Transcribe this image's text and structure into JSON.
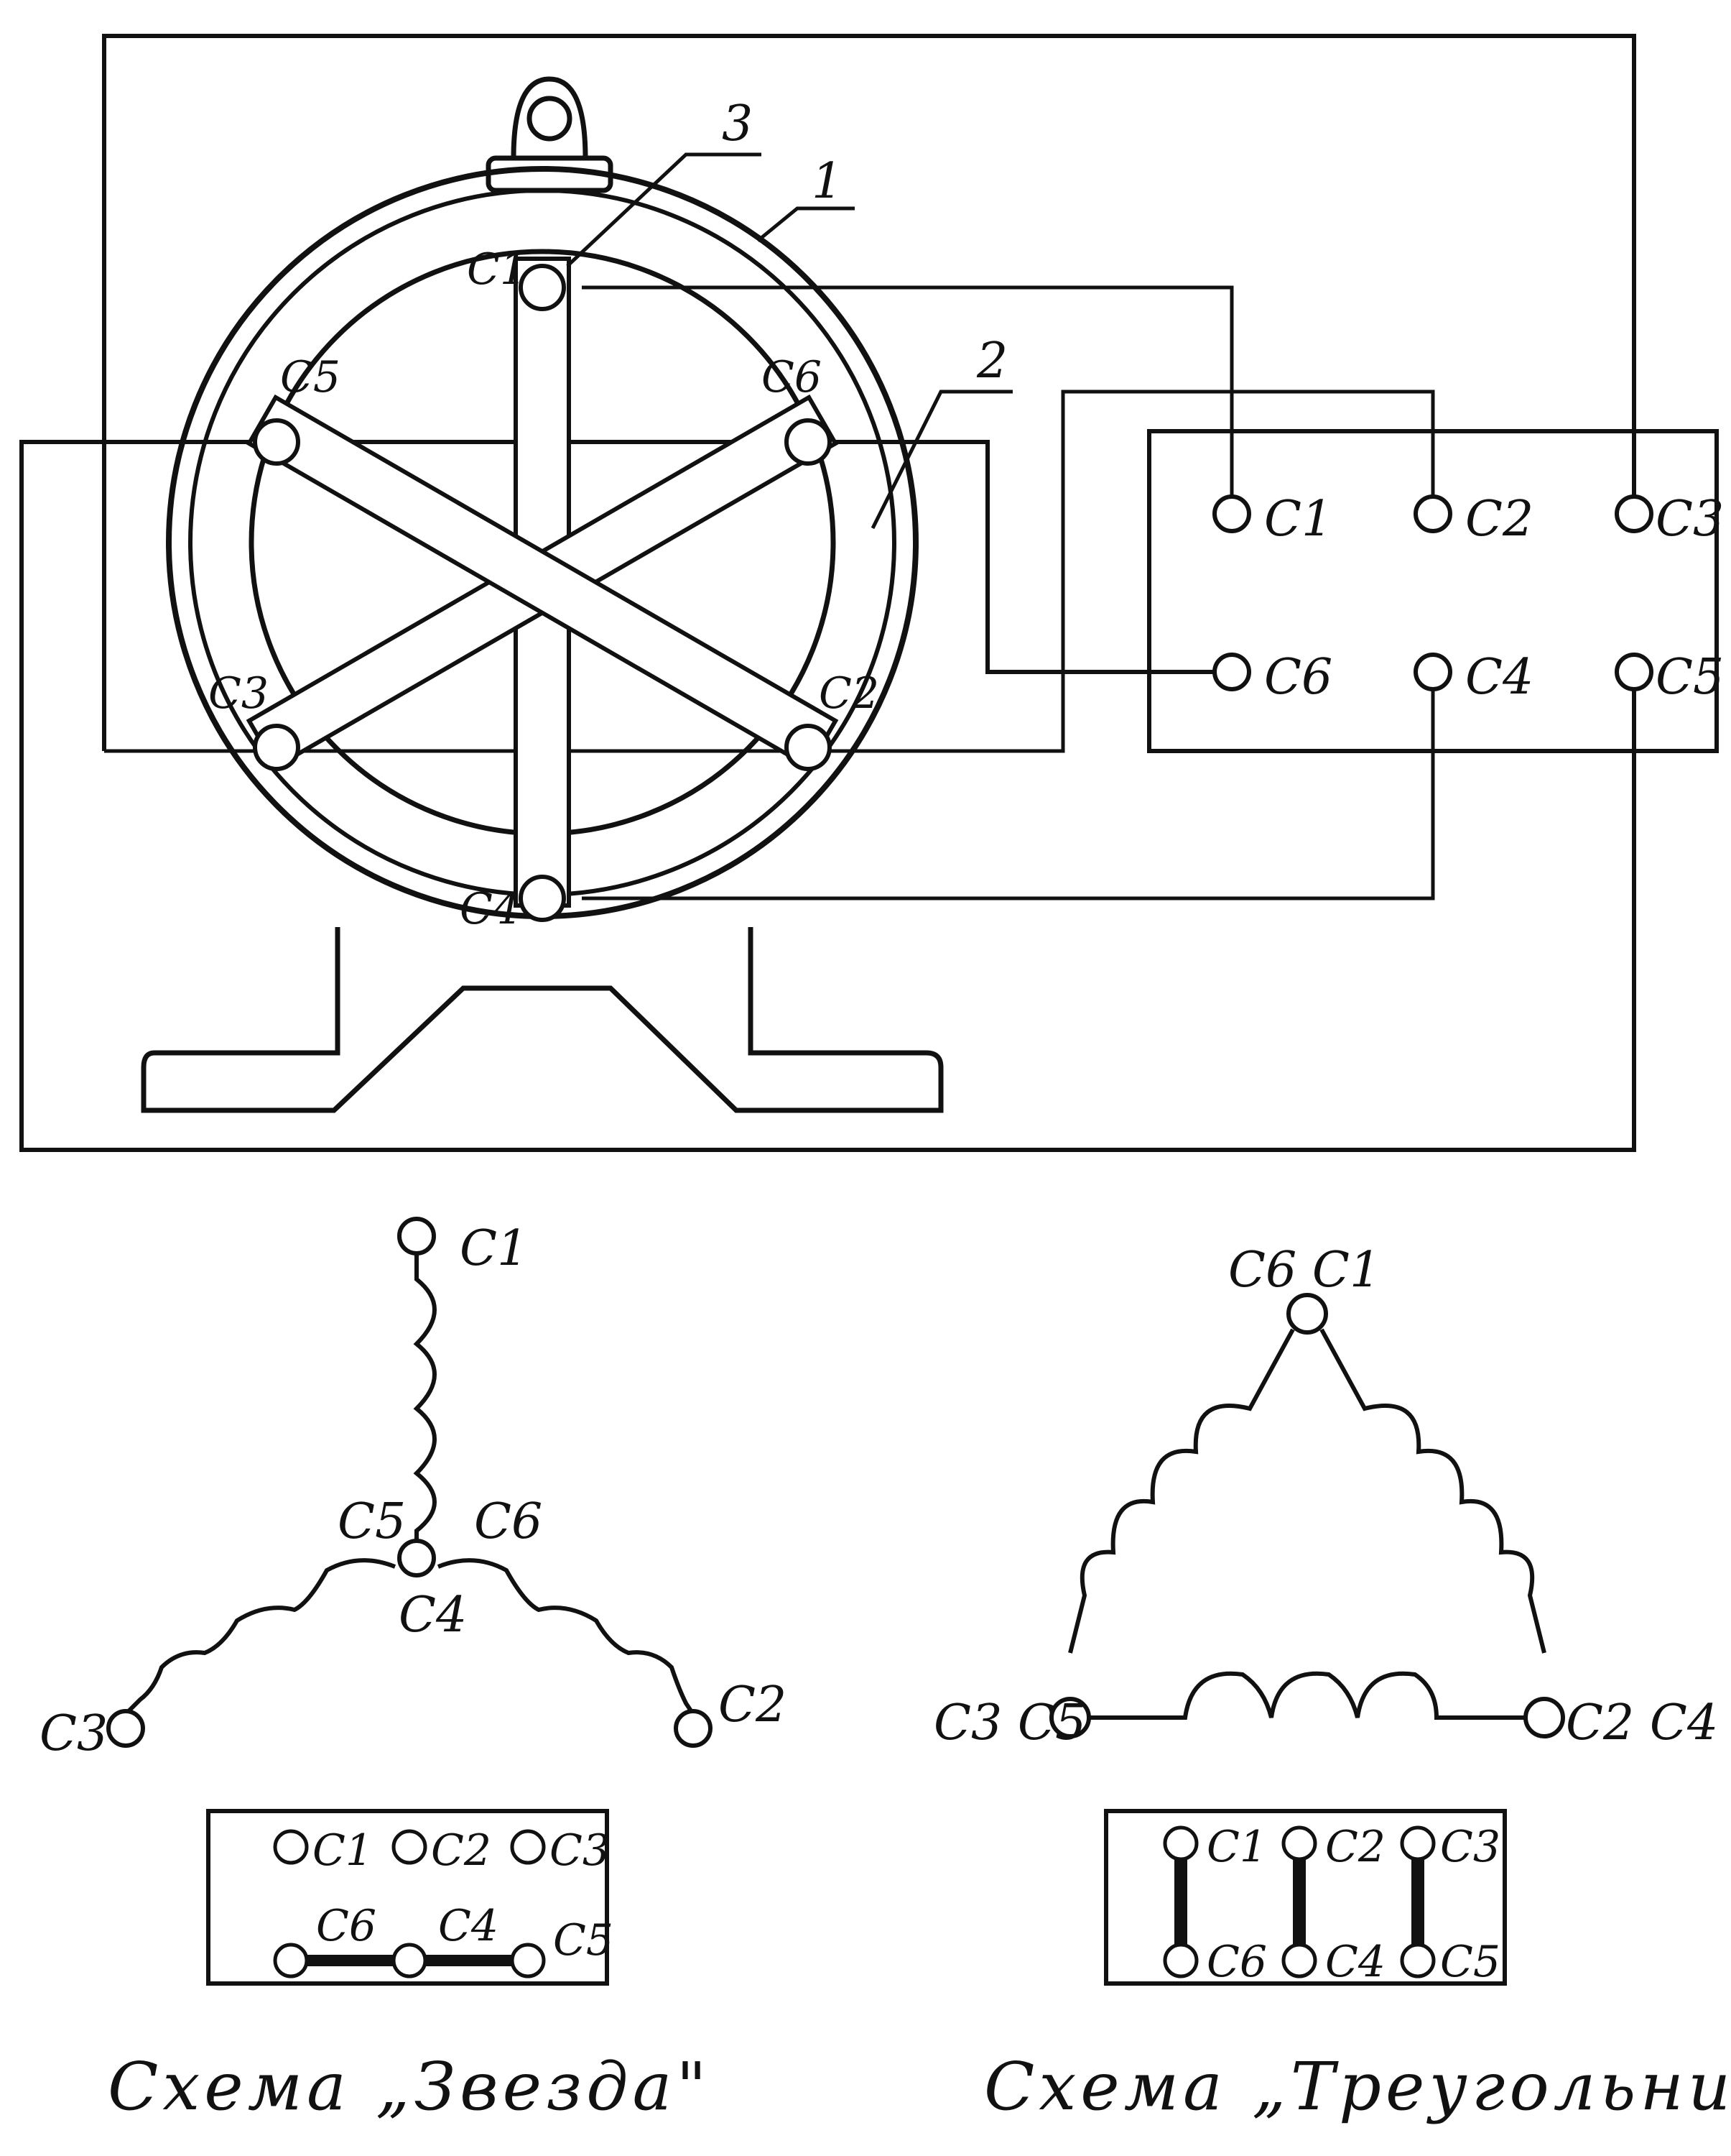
{
  "motor": {
    "callouts": {
      "frame": "1",
      "stator": "2",
      "winding": "3"
    },
    "winding_ends": {
      "c1": "C1",
      "c2": "C2",
      "c3": "C3",
      "c4": "C4",
      "c5": "C5",
      "c6": "C6"
    }
  },
  "terminal_box": {
    "top_row": [
      "C1",
      "C2",
      "C3"
    ],
    "bottom_row": [
      "C6",
      "C4",
      "C5"
    ]
  },
  "star": {
    "caption": "Схема „Звезда\"",
    "labels": {
      "top": "C1",
      "left": "C3",
      "right": "C2",
      "center_left": "C5",
      "center_right": "C6",
      "center_bottom": "C4"
    },
    "block": {
      "top_row": [
        "C1",
        "C2",
        "C3"
      ],
      "bottom_row": [
        "C6",
        "C4",
        "C5"
      ]
    }
  },
  "delta": {
    "caption": "Схема „Треугольник\"",
    "labels": {
      "top": "C6 C1",
      "left": "C3 C5",
      "right": "C2 C4"
    },
    "block": {
      "top_row": [
        "C1",
        "C2",
        "C3"
      ],
      "bottom_row": [
        "C6",
        "C4",
        "C5"
      ]
    }
  }
}
